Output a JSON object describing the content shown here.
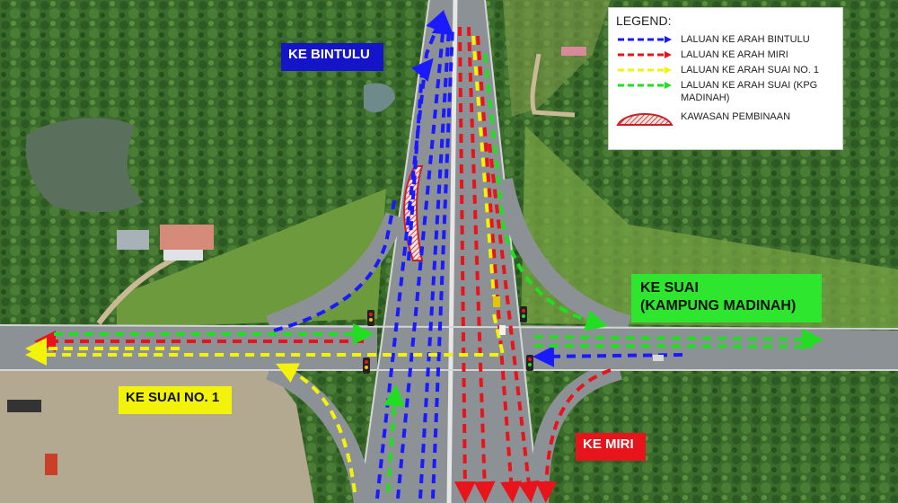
{
  "labels": {
    "bintulu": "KE BINTULU",
    "suai_madinah_line1": "KE SUAI",
    "suai_madinah_line2": "(KAMPUNG MADINAH)",
    "suai_no1": "KE SUAI NO. 1",
    "miri": "KE MIRI"
  },
  "legend": {
    "title": "LEGEND:",
    "items": [
      {
        "text": "LALUAN KE ARAH BINTULU",
        "color": "#1a1aff"
      },
      {
        "text": "LALUAN KE ARAH MIRI",
        "color": "#e8141c"
      },
      {
        "text": "LALUAN KE ARAH SUAI NO. 1",
        "color": "#f2f20a"
      },
      {
        "text": "LALUAN KE ARAH SUAI (KPG MADINAH)",
        "color": "#22dd22"
      }
    ],
    "construction": {
      "text": "KAWASAN PEMBINAAN",
      "color": "#c8202a"
    }
  },
  "colors": {
    "bintulu": "#1a1aff",
    "miri": "#e8141c",
    "suai1": "#f2f20a",
    "madinah": "#22dd22",
    "forest": "#2f5e24",
    "forest_light": "#4e8a35",
    "road": "#8c9196",
    "pond": "#5a6f5c"
  },
  "icons": [
    "traffic-light-icon",
    "arrow-icon",
    "construction-hatch-icon"
  ]
}
